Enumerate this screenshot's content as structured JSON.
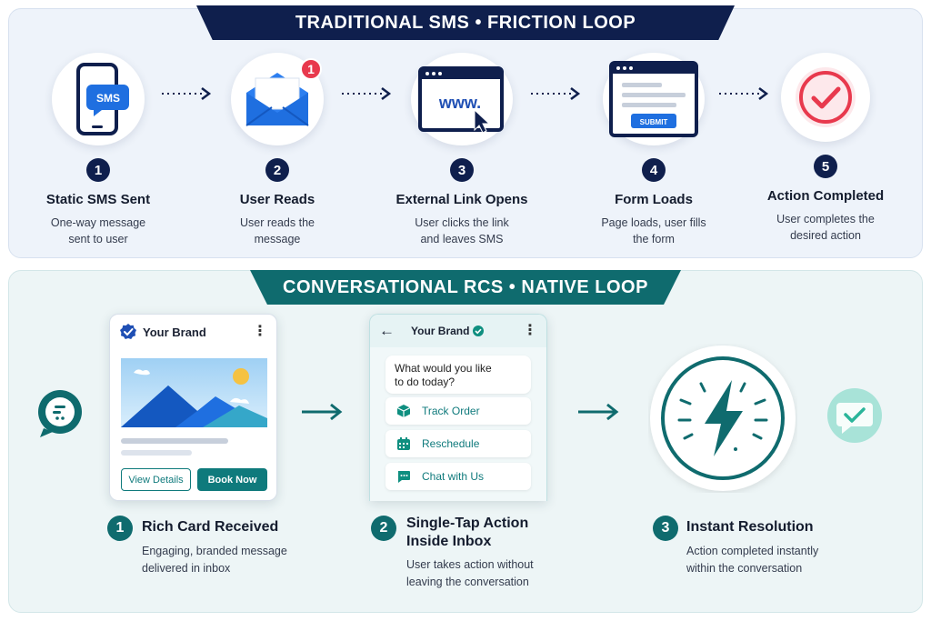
{
  "sms_section": {
    "banner": "TRADITIONAL SMS  •  FRICTION LOOP",
    "steps": [
      {
        "num": "1",
        "title": "Static SMS Sent",
        "desc_l1": "One-way message",
        "desc_l2": "sent to user",
        "icon": "phone-sms-icon",
        "icon_text": "SMS"
      },
      {
        "num": "2",
        "title": "User Reads",
        "desc_l1": "User reads the",
        "desc_l2": "message",
        "icon": "envelope-icon",
        "badge": "1"
      },
      {
        "num": "3",
        "title": "External Link Opens",
        "desc_l1": "User clicks the link",
        "desc_l2": "and leaves SMS",
        "icon": "browser-www-icon",
        "icon_text": "www."
      },
      {
        "num": "4",
        "title": "Form Loads",
        "desc_l1": "Page loads, user fills",
        "desc_l2": "the form",
        "icon": "web-form-icon",
        "icon_text": "SUBMIT"
      },
      {
        "num": "5",
        "title": "Action Completed",
        "desc_l1": "User completes the",
        "desc_l2": "desired action",
        "icon": "check-circle-icon"
      }
    ]
  },
  "rcs_section": {
    "banner": "CONVERSATIONAL RCS  •  NATIVE LOOP",
    "rich_card": {
      "brand": "Your Brand",
      "view_button": "View Details",
      "book_button": "Book Now"
    },
    "chat": {
      "brand": "Your Brand",
      "question_l1": "What would you like",
      "question_l2": "to do today?",
      "chips": [
        "Track Order",
        "Reschedule",
        "Chat with Us"
      ]
    },
    "steps": [
      {
        "num": "1",
        "title_l1": "Rich Card Received",
        "title_l2": "",
        "desc_l1": "Engaging, branded message",
        "desc_l2": "delivered in inbox"
      },
      {
        "num": "2",
        "title_l1": "Single-Tap Action",
        "title_l2": "Inside Inbox",
        "desc_l1": "User takes action without",
        "desc_l2": "leaving the conversation"
      },
      {
        "num": "3",
        "title_l1": "Instant Resolution",
        "title_l2": "",
        "desc_l1": "Action completed instantly",
        "desc_l2": "within the conversation"
      }
    ]
  },
  "colors": {
    "navy": "#0f1f4d",
    "teal": "#0f6b6e",
    "blue": "#1f6fe0",
    "red": "#e8394d"
  }
}
